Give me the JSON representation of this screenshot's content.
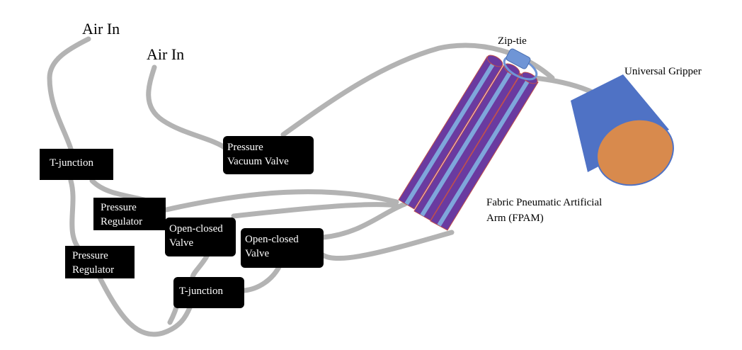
{
  "labels": {
    "air_in_left": "Air In",
    "air_in_right": "Air In",
    "zip_tie": "Zip-tie",
    "universal_gripper": "Universal Gripper",
    "fpam": "Fabric Pneumatic Artificial\nArm (FPAM)"
  },
  "boxes": {
    "t_junction_top": "T-junction",
    "pressure_regulator_upper": "Pressure\nRegulator",
    "pressure_regulator_lower": "Pressure\nRegulator",
    "pressure_vacuum_valve": "Pressure\nVacuum Valve",
    "open_closed_valve_left": "Open-closed\nValve",
    "open_closed_valve_right": "Open-closed\nValve",
    "t_junction_bottom": "T-junction"
  },
  "colors": {
    "tube": "#b3b3b3",
    "tube_body": "#6a3aa0",
    "tube_edge": "#c0504d",
    "inner_tube": "#7fa6db",
    "zip_tie": "#6f95d6",
    "gripper_body": "#4f72c5",
    "gripper_base": "#d88a4d",
    "box_fill": "#000000"
  }
}
